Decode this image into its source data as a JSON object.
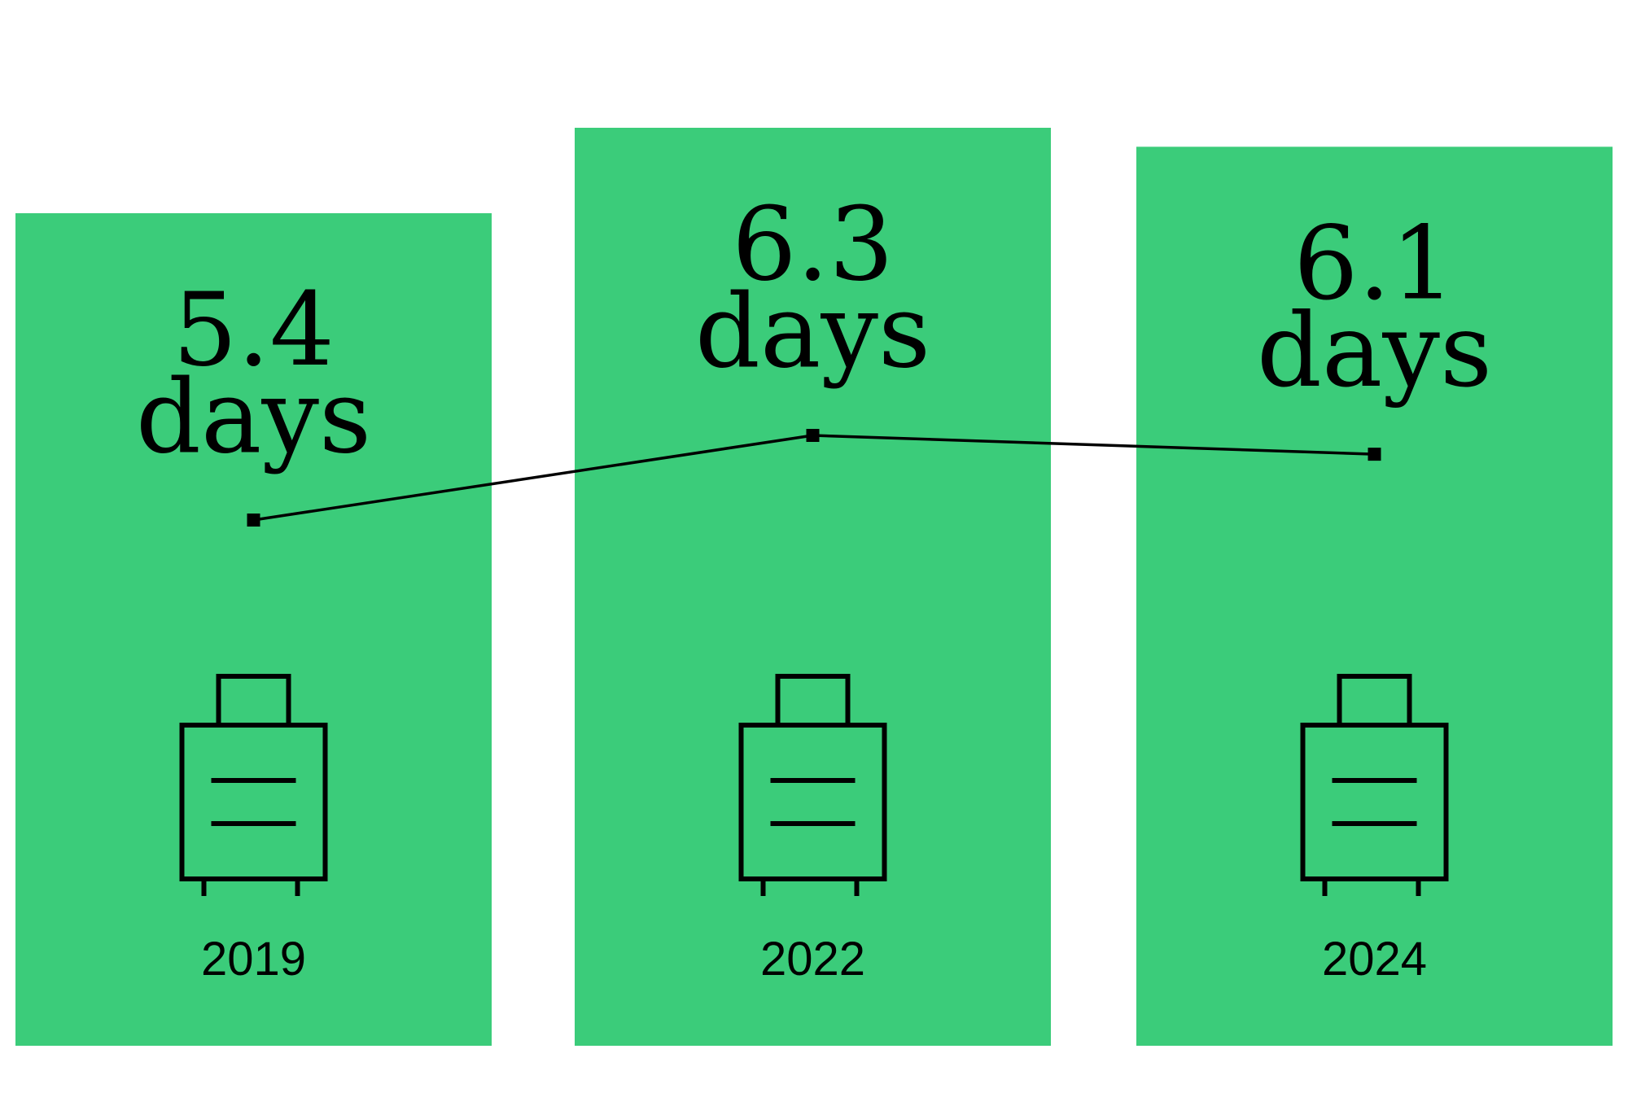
{
  "chart_data": {
    "type": "bar",
    "categories": [
      "2019",
      "2022",
      "2024"
    ],
    "values": [
      5.4,
      6.3,
      6.1
    ],
    "unit": "days",
    "title": "",
    "xlabel": "",
    "ylabel": "",
    "bar_color": "#3bcc7a",
    "line_color": "#000000",
    "icon": "suitcase-icon",
    "overlay": "line connecting values"
  }
}
